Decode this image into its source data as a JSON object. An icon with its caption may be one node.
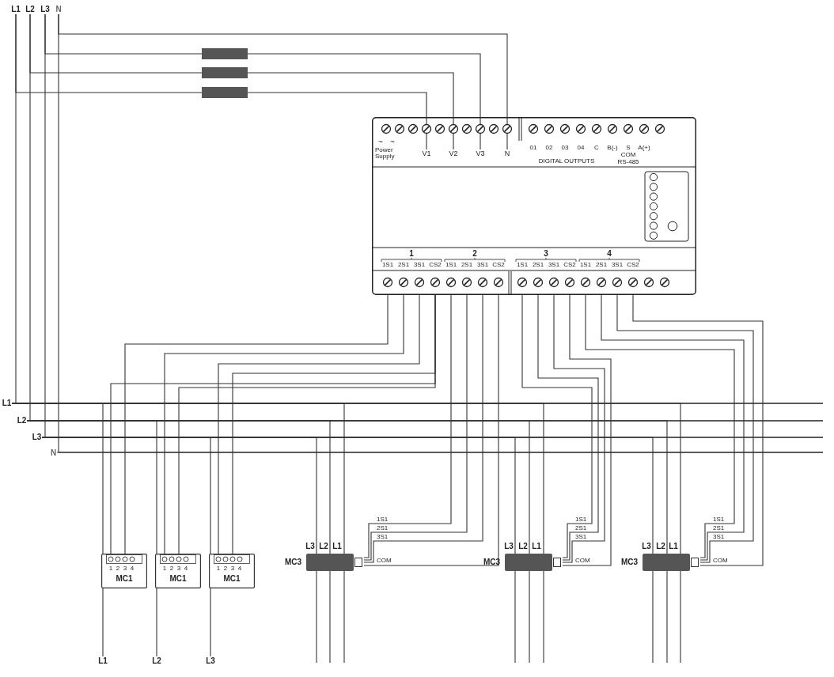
{
  "diagram": {
    "nodes": [
      {
        "text": [
          "L1"
        ]
      },
      {
        "text": [
          "L2"
        ]
      },
      {
        "text": [
          "L3"
        ]
      },
      {
        "text": [
          "N"
        ]
      },
      {
        "text": [],
        "shape": "bar"
      },
      {
        "text": [],
        "shape": "bar"
      },
      {
        "text": [],
        "shape": "bar"
      },
      {
        "text": [],
        "shape": "box"
      },
      {
        "text": [
          "V1"
        ],
        "in": 7
      },
      {
        "text": [
          "V2"
        ],
        "in": 7
      },
      {
        "text": [
          "V3"
        ],
        "in": 7
      },
      {
        "text": [
          "N"
        ],
        "in": 7
      },
      {
        "text": [
          "1"
        ],
        "in": 7
      },
      {
        "text": [
          "2"
        ],
        "in": 7
      },
      {
        "text": [
          "3"
        ],
        "in": 7
      },
      {
        "text": [
          "4"
        ],
        "in": 7
      },
      {
        "text": [
          "L1"
        ]
      },
      {
        "text": [
          "L2"
        ]
      },
      {
        "text": [
          "L3"
        ]
      },
      {
        "text": [
          "N"
        ]
      },
      {
        "text": [
          "MC1"
        ]
      },
      {
        "text": [
          "MC1"
        ]
      },
      {
        "text": [
          "MC1"
        ]
      },
      {
        "text": [
          "MC3"
        ]
      },
      {
        "text": [
          "MC3"
        ]
      },
      {
        "text": [
          "MC3"
        ]
      },
      {
        "text": [
          "L1"
        ]
      },
      {
        "text": [
          "L2"
        ]
      },
      {
        "text": [
          "L3"
        ]
      }
    ],
    "edges": [
      {
        "from": 0,
        "to": 6,
        "arrow": "none"
      },
      {
        "from": 6,
        "to": 8,
        "arrow": "none"
      },
      {
        "from": 1,
        "to": 5,
        "arrow": "none"
      },
      {
        "from": 5,
        "to": 9,
        "arrow": "none"
      },
      {
        "from": 2,
        "to": 4,
        "arrow": "none"
      },
      {
        "from": 4,
        "to": 10,
        "arrow": "none"
      },
      {
        "from": 3,
        "to": 11,
        "arrow": "none"
      },
      {
        "from": 0,
        "to": 16,
        "arrow": "none"
      },
      {
        "from": 1,
        "to": 17,
        "arrow": "none"
      },
      {
        "from": 2,
        "to": 18,
        "arrow": "none"
      },
      {
        "from": 3,
        "to": 19,
        "arrow": "none"
      },
      {
        "from": 12,
        "to": 20,
        "arrow": "none"
      },
      {
        "from": 12,
        "to": 20,
        "arrow": "none"
      },
      {
        "from": 12,
        "to": 21,
        "arrow": "none"
      },
      {
        "from": 12,
        "to": 21,
        "arrow": "none"
      },
      {
        "from": 12,
        "to": 22,
        "arrow": "none"
      },
      {
        "from": 12,
        "to": 22,
        "arrow": "none"
      },
      {
        "from": 13,
        "to": 23,
        "arrow": "none"
      },
      {
        "from": 13,
        "to": 23,
        "arrow": "none"
      },
      {
        "from": 13,
        "to": 23,
        "arrow": "none"
      },
      {
        "from": 13,
        "to": 23,
        "arrow": "none"
      },
      {
        "from": 14,
        "to": 24,
        "arrow": "none"
      },
      {
        "from": 14,
        "to": 24,
        "arrow": "none"
      },
      {
        "from": 14,
        "to": 24,
        "arrow": "none"
      },
      {
        "from": 14,
        "to": 24,
        "arrow": "none"
      },
      {
        "from": 15,
        "to": 25,
        "arrow": "none"
      },
      {
        "from": 15,
        "to": 25,
        "arrow": "none"
      },
      {
        "from": 15,
        "to": 25,
        "arrow": "none"
      },
      {
        "from": 15,
        "to": 25,
        "arrow": "none"
      },
      {
        "from": 16,
        "to": 20,
        "arrow": "none"
      },
      {
        "from": 17,
        "to": 21,
        "arrow": "none"
      },
      {
        "from": 18,
        "to": 22,
        "arrow": "none"
      },
      {
        "from": 20,
        "to": 26,
        "arrow": "none"
      },
      {
        "from": 21,
        "to": 27,
        "arrow": "none"
      },
      {
        "from": 22,
        "to": 28,
        "arrow": "none"
      },
      {
        "from": 18,
        "to": 23,
        "arrow": "none"
      },
      {
        "from": 17,
        "to": 23,
        "arrow": "none"
      },
      {
        "from": 16,
        "to": 23,
        "arrow": "none"
      },
      {
        "from": 23,
        "to": null,
        "arrow": "none"
      },
      {
        "from": 23,
        "to": null,
        "arrow": "none"
      },
      {
        "from": 23,
        "to": null,
        "arrow": "none"
      },
      {
        "from": 18,
        "to": 24,
        "arrow": "none"
      },
      {
        "from": 17,
        "to": 24,
        "arrow": "none"
      },
      {
        "from": 16,
        "to": 24,
        "arrow": "none"
      },
      {
        "from": 24,
        "to": null,
        "arrow": "none"
      },
      {
        "from": 24,
        "to": null,
        "arrow": "none"
      },
      {
        "from": 24,
        "to": null,
        "arrow": "none"
      },
      {
        "from": 18,
        "to": 25,
        "arrow": "none"
      },
      {
        "from": 17,
        "to": 25,
        "arrow": "none"
      },
      {
        "from": 16,
        "to": 25,
        "arrow": "none"
      },
      {
        "from": 25,
        "to": null,
        "arrow": "none"
      },
      {
        "from": 25,
        "to": null,
        "arrow": "none"
      },
      {
        "from": 25,
        "to": null,
        "arrow": "none"
      }
    ],
    "labels": [
      "~",
      "~",
      "01",
      "02",
      "03",
      "04",
      "C",
      "B(-)",
      "S",
      "A(+)",
      "Power Supply",
      "COM",
      "DIGITAL OUTPUTS",
      "RS-485",
      "1S1",
      "2S1",
      "3S1",
      "CS2",
      "1S1",
      "2S1",
      "3S1",
      "CS2",
      "1S1",
      "2S1",
      "3S1",
      "CS2",
      "1S1",
      "2S1",
      "3S1",
      "CS2",
      "L3",
      "L2",
      "L1",
      "1S1",
      "2S1",
      "3S1",
      "COM",
      "L3",
      "L2",
      "L1",
      "1S1",
      "2S1",
      "3S1",
      "COM",
      "L3",
      "L2",
      "L1",
      "1S1",
      "2S1",
      "3S1",
      "COM",
      "1",
      "2",
      "3",
      "4",
      "1",
      "2",
      "3",
      "4",
      "1",
      "2",
      "3",
      "4"
    ]
  }
}
